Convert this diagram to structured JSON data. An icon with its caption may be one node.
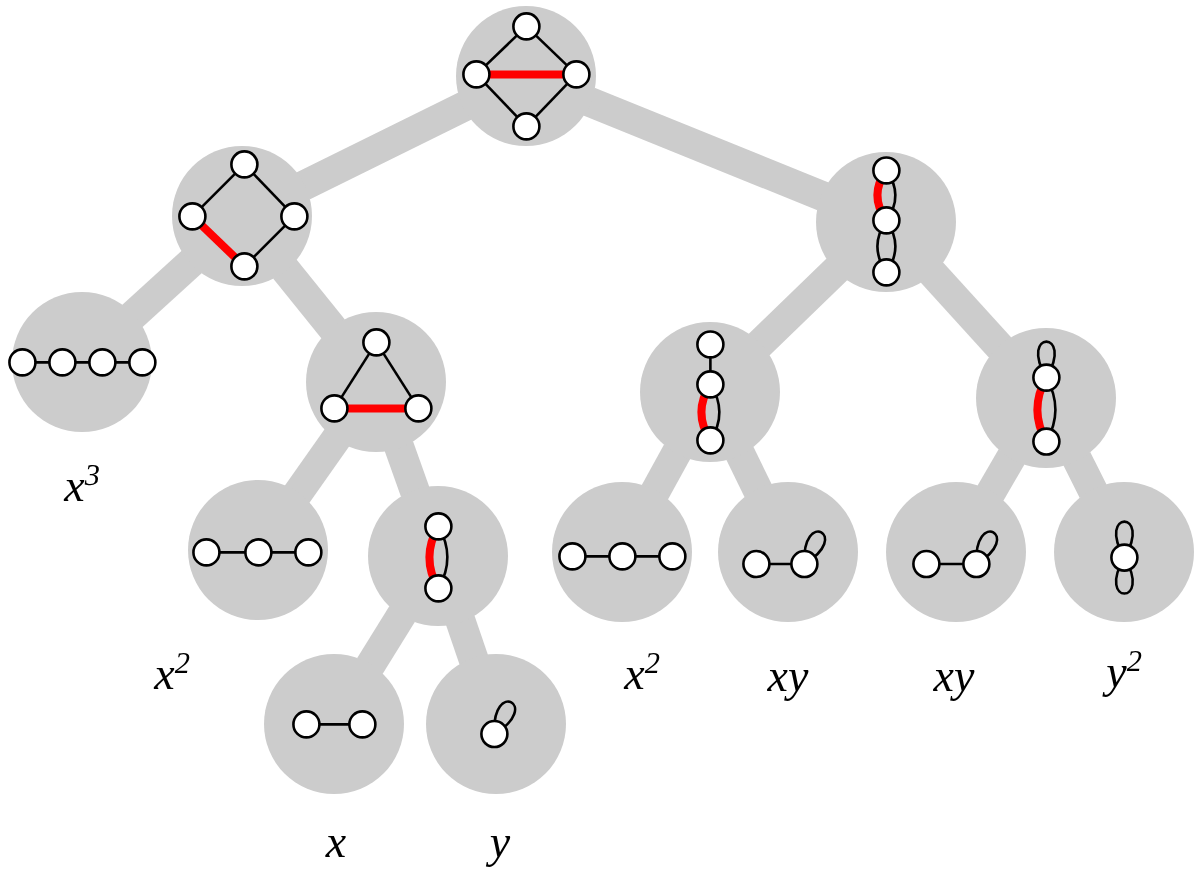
{
  "diagram": {
    "nodes": [
      {
        "text": [],
        "shape": "circle"
      },
      {
        "text": [],
        "shape": "circle"
      },
      {
        "text": [],
        "shape": "circle"
      },
      {
        "text": [],
        "shape": "circle",
        "beside": [
          "x$^{3}$"
        ]
      },
      {
        "text": [],
        "shape": "circle"
      },
      {
        "text": [],
        "shape": "circle"
      },
      {
        "text": [],
        "shape": "circle"
      },
      {
        "text": [],
        "shape": "circle",
        "beside": [
          "x$^{2}$"
        ]
      },
      {
        "text": [],
        "shape": "circle"
      },
      {
        "text": [],
        "shape": "circle",
        "beside": [
          "x$^{2}$"
        ]
      },
      {
        "text": [],
        "shape": "circle",
        "beside": [
          "xy"
        ]
      },
      {
        "text": [],
        "shape": "circle",
        "beside": [
          "xy"
        ]
      },
      {
        "text": [],
        "shape": "circle",
        "beside": [
          "y$^{2}$"
        ]
      },
      {
        "text": [],
        "shape": "circle",
        "beside": [
          "x"
        ]
      },
      {
        "text": [],
        "shape": "circle",
        "beside": [
          "y"
        ]
      }
    ],
    "edges": [
      {
        "from": 0,
        "to": 1,
        "arrow": "none"
      },
      {
        "from": 0,
        "to": 2,
        "arrow": "none"
      },
      {
        "from": 1,
        "to": 3,
        "arrow": "none"
      },
      {
        "from": 1,
        "to": 4,
        "arrow": "none"
      },
      {
        "from": 2,
        "to": 5,
        "arrow": "none"
      },
      {
        "from": 2,
        "to": 6,
        "arrow": "none"
      },
      {
        "from": 4,
        "to": 7,
        "arrow": "none"
      },
      {
        "from": 4,
        "to": 8,
        "arrow": "none"
      },
      {
        "from": 5,
        "to": 9,
        "arrow": "none"
      },
      {
        "from": 5,
        "to": 10,
        "arrow": "none"
      },
      {
        "from": 6,
        "to": 11,
        "arrow": "none"
      },
      {
        "from": 6,
        "to": 12,
        "arrow": "none"
      },
      {
        "from": 8,
        "to": 13,
        "arrow": "none"
      },
      {
        "from": 8,
        "to": 14,
        "arrow": "none"
      }
    ]
  }
}
